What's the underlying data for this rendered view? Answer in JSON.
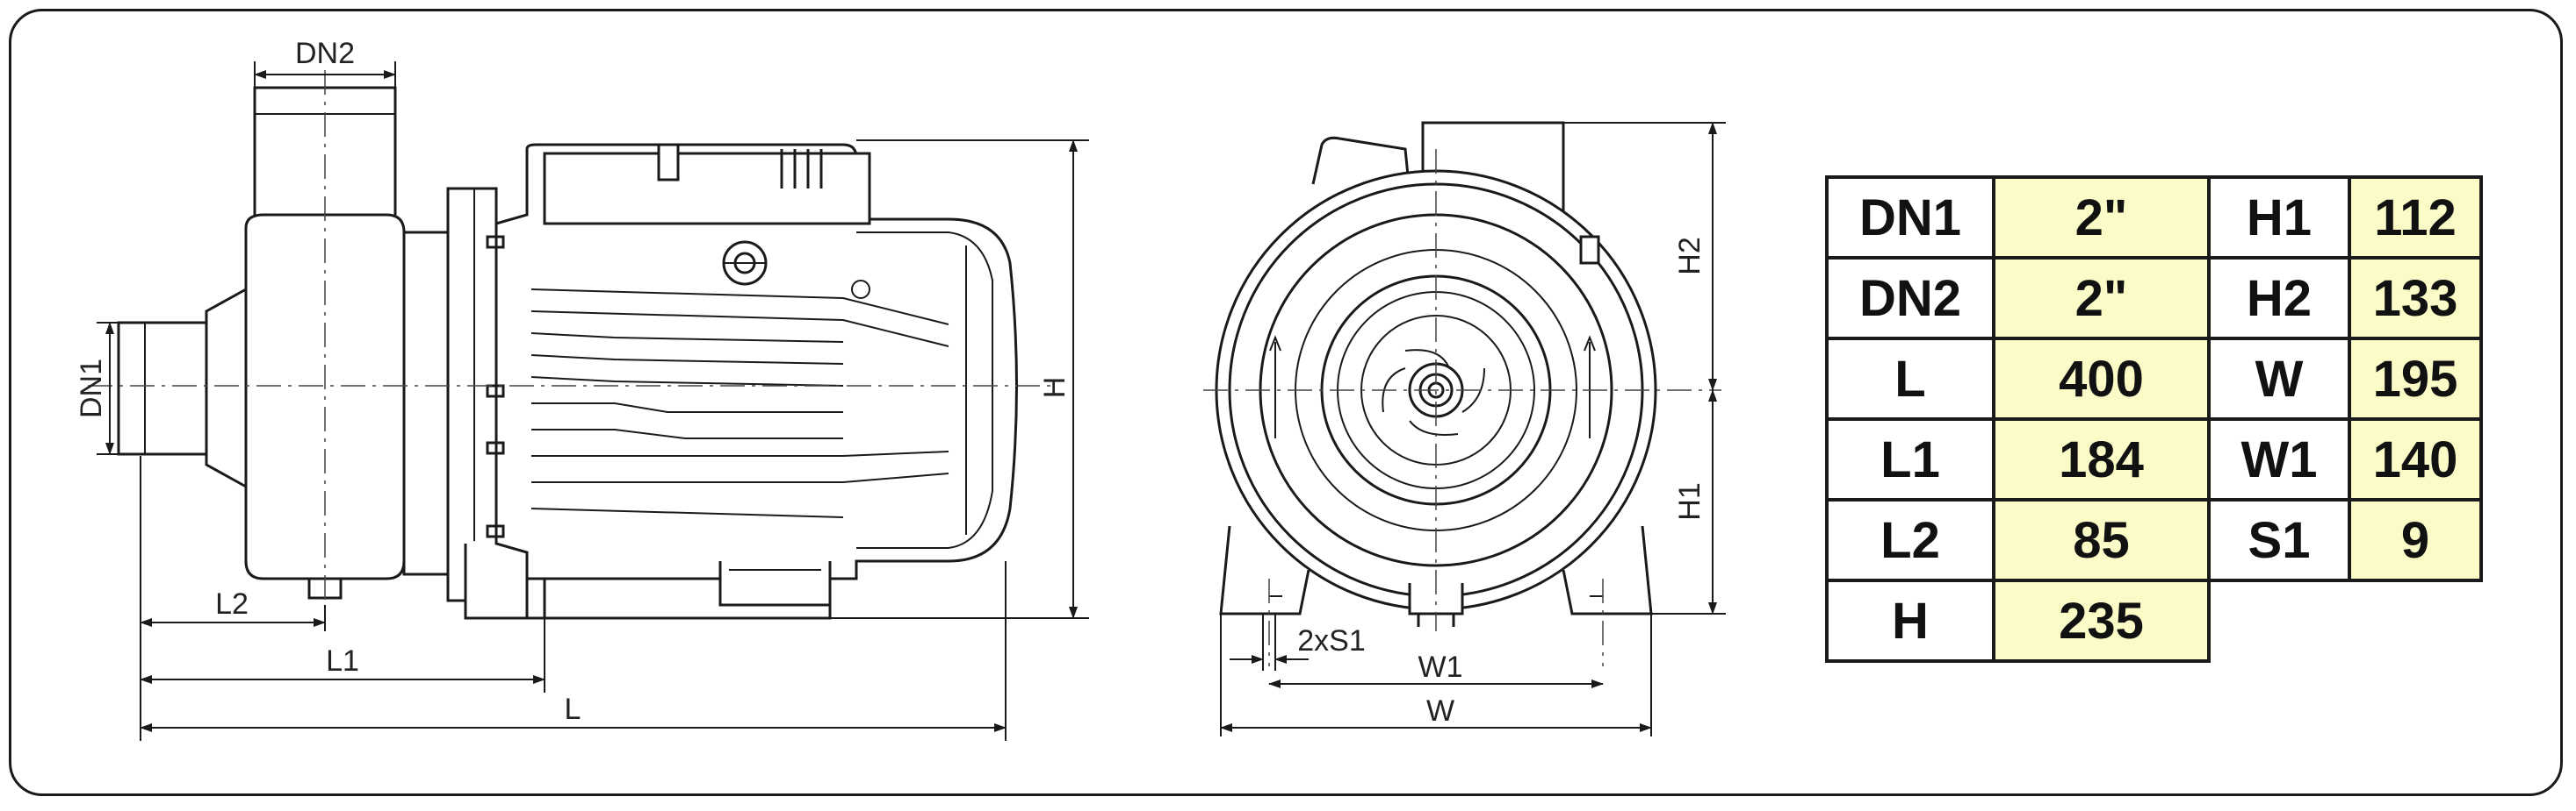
{
  "labels": {
    "dn2": "DN2",
    "dn1": "DN1",
    "h": "H",
    "l2": "L2",
    "l1": "L1",
    "l": "L",
    "s1": "2xS1",
    "w1": "W1",
    "w": "W",
    "h1": "H1",
    "h2": "H2"
  },
  "table": {
    "rows": [
      {
        "k1": "DN1",
        "v1": "2\"",
        "k2": "H1",
        "v2": "112"
      },
      {
        "k1": "DN2",
        "v1": "2\"",
        "k2": "H2",
        "v2": "133"
      },
      {
        "k1": "L",
        "v1": "400",
        "k2": "W",
        "v2": "195"
      },
      {
        "k1": "L1",
        "v1": "184",
        "k2": "W1",
        "v2": "140"
      },
      {
        "k1": "L2",
        "v1": "85",
        "k2": "S1",
        "v2": "9"
      },
      {
        "k1": "H",
        "v1": "235"
      }
    ]
  },
  "colors": {
    "line": "#1a1a1a",
    "fill": "#fbfbc8"
  }
}
